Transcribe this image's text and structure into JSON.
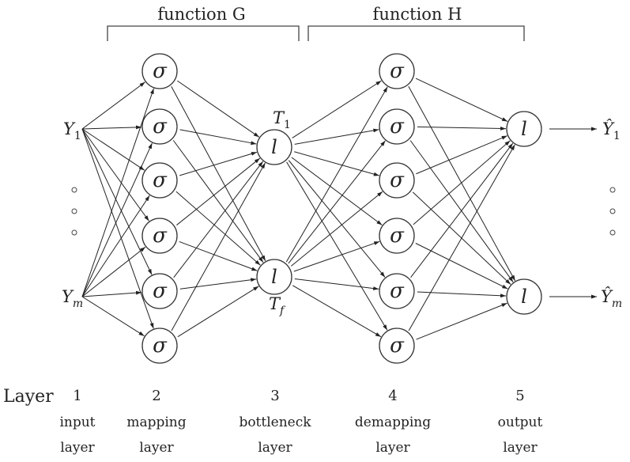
{
  "title": "Autoassociative neural network (bottleneck) architecture",
  "functions": [
    {
      "label": "function G",
      "spans_layers": [
        1,
        3
      ]
    },
    {
      "label": "function H",
      "spans_layers": [
        3,
        5
      ]
    }
  ],
  "inputs": [
    {
      "symbol": "Y",
      "sub": "1"
    },
    {
      "symbol": "Y",
      "sub": "m"
    }
  ],
  "outputs": [
    {
      "symbol": "Ŷ",
      "sub": "1"
    },
    {
      "symbol": "Ŷ",
      "sub": "m"
    }
  ],
  "ellipsis_glyph": "∘",
  "layers": [
    {
      "number": "1",
      "name_line1": "input",
      "name_line2": "layer",
      "node_glyph": null,
      "node_count": 2
    },
    {
      "number": "2",
      "name_line1": "mapping",
      "name_line2": "layer",
      "node_glyph": "σ",
      "node_count": 6
    },
    {
      "number": "3",
      "name_line1": "bottleneck",
      "name_line2": "layer",
      "node_glyph": "l",
      "node_count": 2
    },
    {
      "number": "4",
      "name_line1": "demapping",
      "name_line2": "layer",
      "node_glyph": "σ",
      "node_count": 6
    },
    {
      "number": "5",
      "name_line1": "output",
      "name_line2": "layer",
      "node_glyph": "l",
      "node_count": 2
    }
  ],
  "bottleneck_labels": [
    {
      "symbol": "T",
      "sub": "1"
    },
    {
      "symbol": "T",
      "sub": "f"
    }
  ],
  "layer_row_label": "Layer"
}
